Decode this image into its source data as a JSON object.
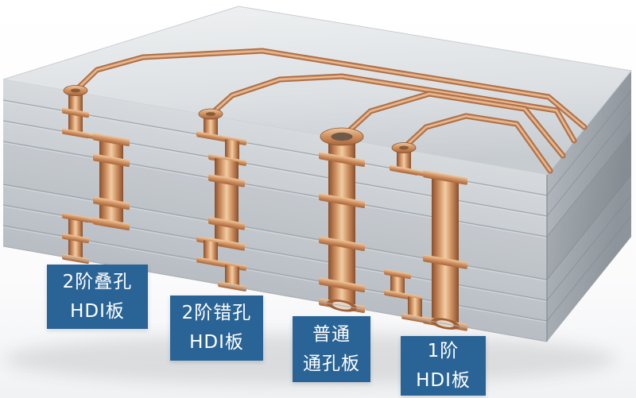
{
  "illustration": {
    "subject": "PCB cross-section showing four via structures",
    "colors": {
      "label_bg": "#2a6496",
      "label_text": "#ffffff",
      "copper": "#c9855b",
      "copper_dark": "#8a4f2c",
      "copper_light": "#f3cda3",
      "board_top": "#dfe3e6",
      "board_front": "#c6cbd0",
      "board_side": "#9ba2a9"
    }
  },
  "labels": [
    {
      "line1": "2阶叠孔",
      "line2": "HDI板"
    },
    {
      "line1": "2阶错孔",
      "line2": "HDI板"
    },
    {
      "line1": "普通",
      "line2": "通孔板"
    },
    {
      "line1": "1阶",
      "line2": "HDI板"
    }
  ]
}
